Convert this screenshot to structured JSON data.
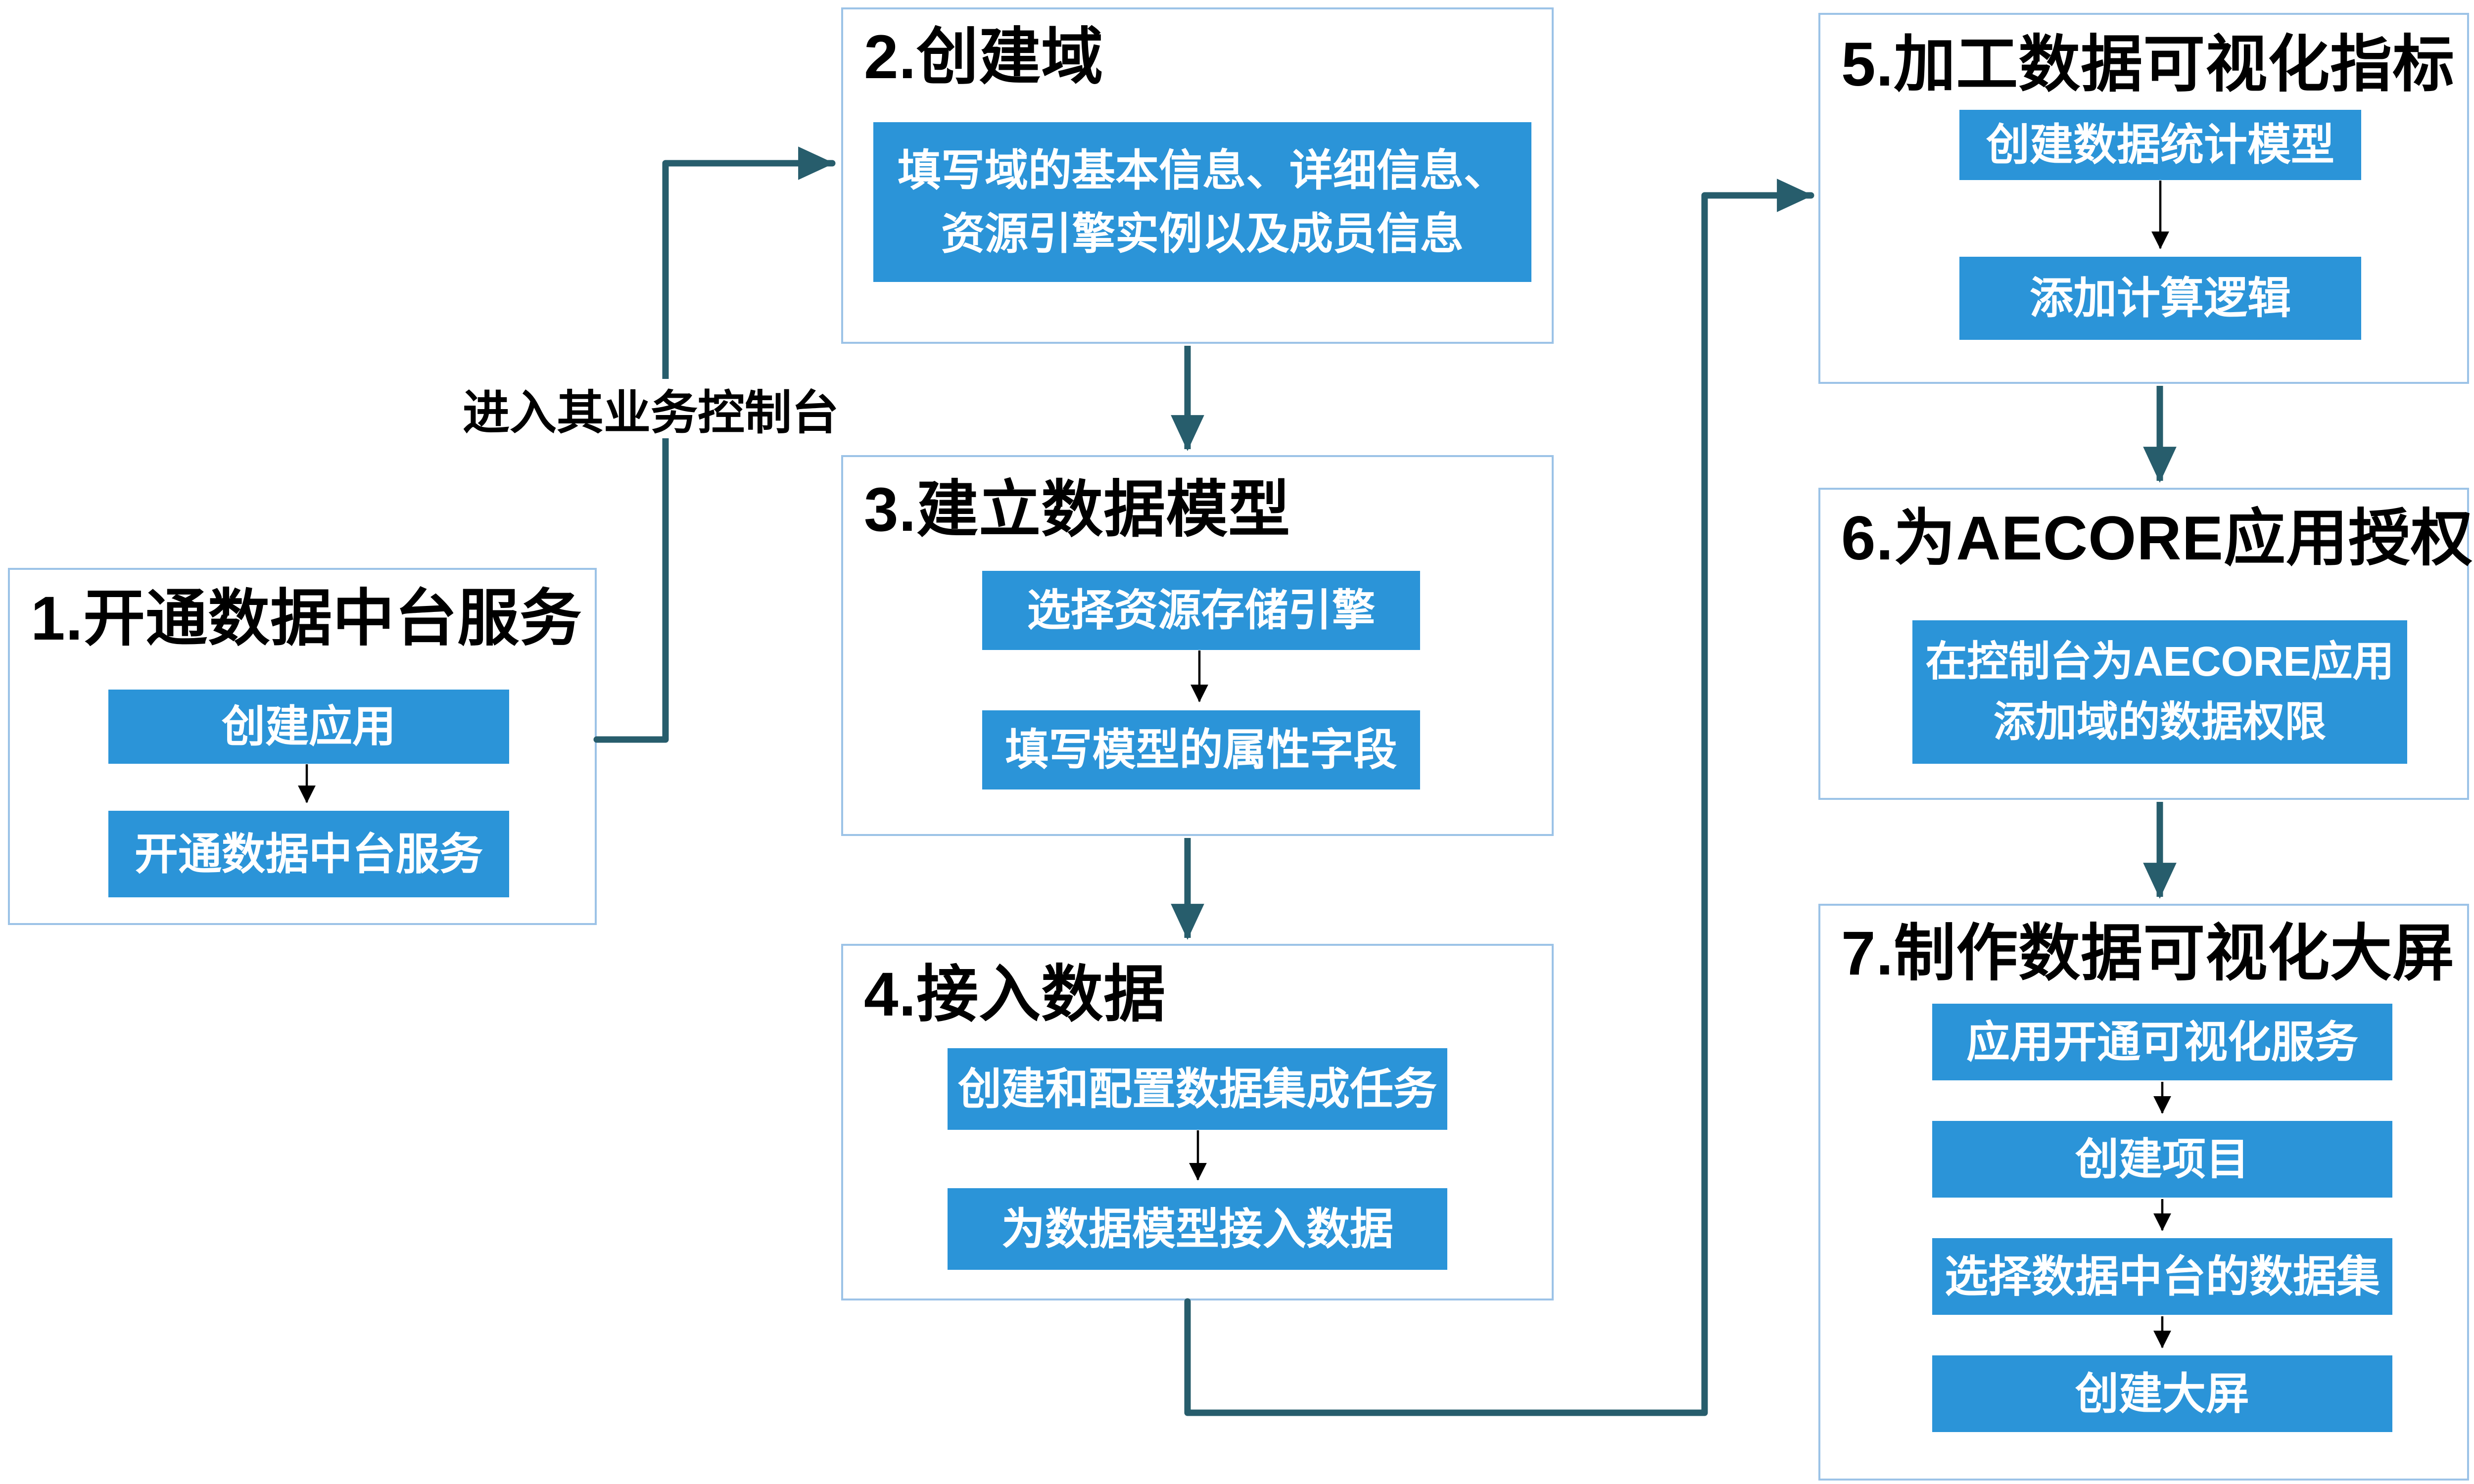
{
  "colors": {
    "blue": "#2B94D8",
    "connector": "#275D6C",
    "panel-border": "#9CC3E7",
    "ink": "#000000",
    "action-text": "#FFFFFF"
  },
  "edge_label": "进入其业务控制台",
  "steps": {
    "step1": {
      "title": "1.开通数据中台服务",
      "actions": [
        "创建应用",
        "开通数据中台服务"
      ]
    },
    "step2": {
      "title": "2.创建域",
      "action_lines": [
        "填写域的基本信息、详细信息、",
        "资源引擎实例以及成员信息"
      ]
    },
    "step3": {
      "title": "3.建立数据模型",
      "actions": [
        "选择资源存储引擎",
        "填写模型的属性字段"
      ]
    },
    "step4": {
      "title": "4.接入数据",
      "actions": [
        "创建和配置数据集成任务",
        "为数据模型接入数据"
      ]
    },
    "step5": {
      "title": "5.加工数据可视化指标",
      "actions": [
        "创建数据统计模型",
        "添加计算逻辑"
      ]
    },
    "step6": {
      "title": "6.为AECORE应用授权",
      "action_lines": [
        "在控制台为AECORE应用",
        "添加域的数据权限"
      ]
    },
    "step7": {
      "title": "7.制作数据可视化大屏",
      "actions": [
        "应用开通可视化服务",
        "创建项目",
        "选择数据中台的数据集",
        "创建大屏"
      ]
    }
  }
}
